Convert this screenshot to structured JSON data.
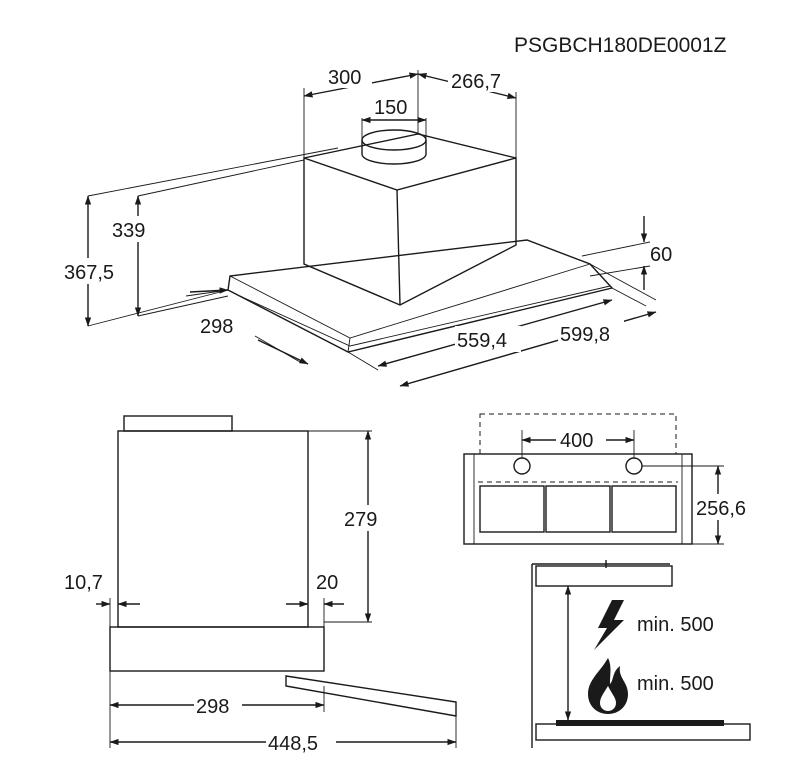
{
  "product_code": "PSGBCH180DE0001Z",
  "top_view": {
    "width_300": "300",
    "width_266_7": "266,7",
    "duct_150": "150",
    "height_339": "339",
    "height_367_5": "367,5",
    "depth_298": "298",
    "width_559_4": "559,4",
    "width_599_8": "599,8",
    "thickness_60": "60"
  },
  "side_view": {
    "height_279": "279",
    "offset_10_7": "10,7",
    "offset_20": "20",
    "depth_298": "298",
    "depth_448_5": "448,5"
  },
  "front_view": {
    "holes_400": "400",
    "height_256_6": "256,6"
  },
  "clearance": {
    "electric_min": "min. 500",
    "gas_min": "min. 500"
  },
  "icons": [
    "lightning-icon",
    "flame-icon"
  ]
}
